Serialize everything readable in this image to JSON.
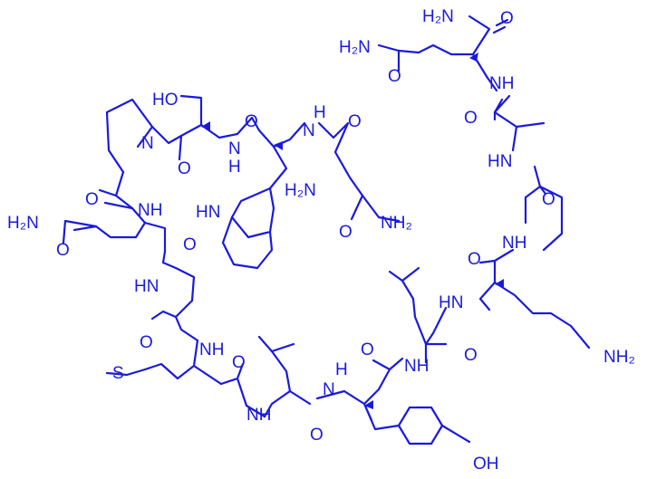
{
  "labels": {
    "h2n_top": "H₂N",
    "o_top": "O",
    "h2n_gln2": "H₂N",
    "nh_1": "NH",
    "o_gln2": "O",
    "ho": "HO",
    "o_ala2": "O",
    "hn_gly": "HN",
    "o_trp": "O",
    "nh_trp": "N",
    "h_trp": "H",
    "o_asn": "O",
    "n_pro": "N",
    "o_thr": "O",
    "nh_thr": "N",
    "h_thr": "H",
    "h2n_asn": "H₂N",
    "o_gly": "O",
    "o_pro": "O",
    "nh_pro": "NH",
    "hn_indole": "HN",
    "nh2_asn": "NH₂",
    "h2n_gln1": "H₂N",
    "o_gln1": "O",
    "o_gln1b": "O",
    "nh_lys": "NH",
    "o_lys": "O",
    "hn_lys": "HN",
    "hn_ala1": "HN",
    "o_ala1": "O",
    "o_leu2": "O",
    "nh_ala1": "NH",
    "o_met": "O",
    "s_met": "S",
    "o_tyr": "O",
    "nh_leu2": "NH",
    "nh2_lys": "NH₂",
    "nh_leu1": "NH",
    "nh_tyr": "N",
    "h_tyr": "H",
    "o_leu1": "O",
    "oh_tyr": "OH"
  }
}
